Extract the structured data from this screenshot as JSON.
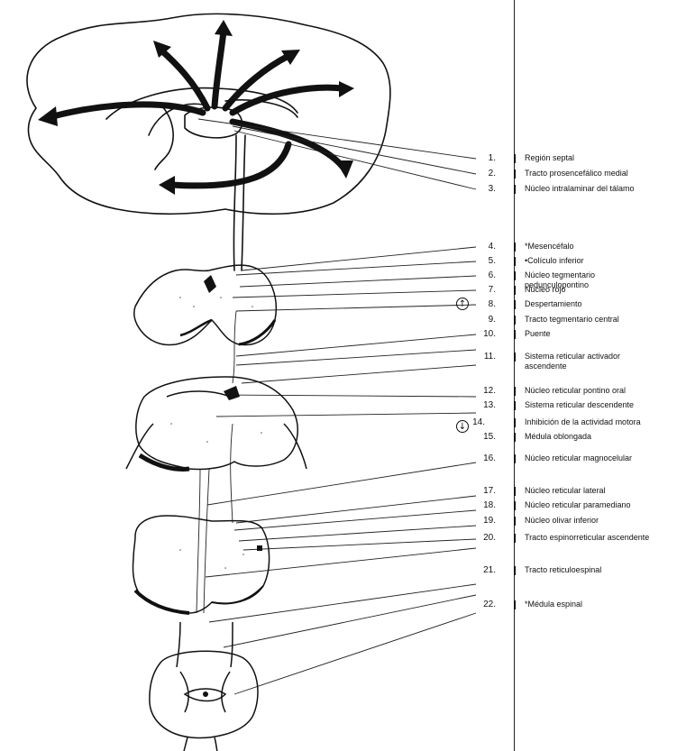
{
  "labels": [
    {
      "num": "1.",
      "text": "Región septal"
    },
    {
      "num": "2.",
      "text": "Tracto prosencefálico medial"
    },
    {
      "num": "3.",
      "text": "Núcleo intralaminar del tálamo"
    },
    {
      "num": "4.",
      "text": "Mesencéfalo",
      "mark": "*"
    },
    {
      "num": "5.",
      "text": "Colículo inferior",
      "mark": "•"
    },
    {
      "num": "6.",
      "text": "Núcleo tegmentario",
      "text2": "pedunculopontino"
    },
    {
      "num": "7.",
      "text": "Núcleo rojo"
    },
    {
      "num": "8.",
      "text": "Despertamiento"
    },
    {
      "num": "9.",
      "text": "Tracto tegmentario central"
    },
    {
      "num": "10.",
      "text": "Puente"
    },
    {
      "num": "11.",
      "text": "Sistema reticular activador",
      "text2": "ascendente"
    },
    {
      "num": "12.",
      "text": "Núcleo reticular pontino oral"
    },
    {
      "num": "13.",
      "text": "Sistema reticular descendente"
    },
    {
      "num": "14.",
      "text": "Inhibición de la actividad motora"
    },
    {
      "num": "15.",
      "text": "Médula oblongada"
    },
    {
      "num": "16.",
      "text": "Núcleo reticular magnocelular"
    },
    {
      "num": "17.",
      "text": "Núcleo reticular lateral"
    },
    {
      "num": "18.",
      "text": "Núcleo reticular paramediano"
    },
    {
      "num": "19.",
      "text": "Núcleo olivar inferior"
    },
    {
      "num": "20.",
      "text": "Tracto espinorreticular ascendente"
    },
    {
      "num": "21.",
      "text": "Tracto reticuloespinal"
    },
    {
      "num": "22.",
      "text": "Médula espinal",
      "mark": "*"
    }
  ],
  "arrows": {
    "up": "↑",
    "down": "↓"
  }
}
